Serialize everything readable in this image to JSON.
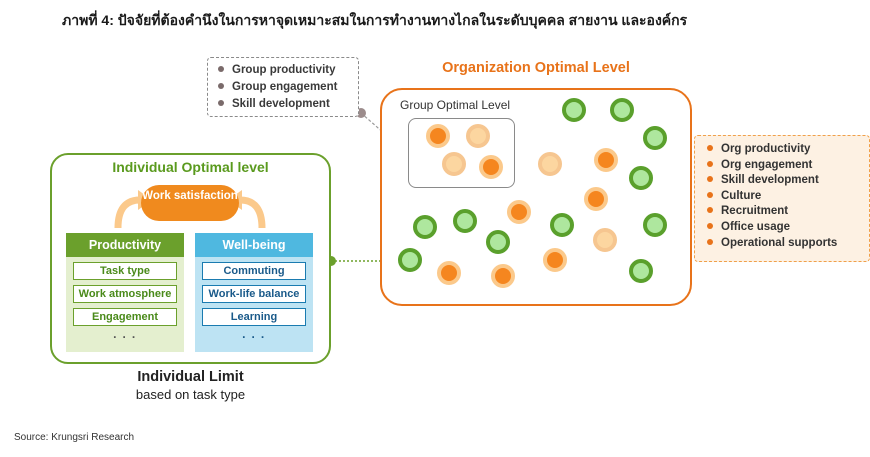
{
  "title": "ภาพที่ 4: ปัจจัยที่ต้องคำนึงในการหาจุดเหมาะสมในการทำงานทางไกลในระดับบุคคล สายงาน และองค์กร",
  "source": "Source: Krungsri Research",
  "group_callout": {
    "items": [
      "Group productivity",
      "Group engagement",
      "Skill development"
    ]
  },
  "organization": {
    "title": "Organization Optimal Level",
    "group_label": "Group Optimal Level",
    "items": [
      "Org productivity",
      "Org engagement",
      "Skill development",
      "Culture",
      "Recruitment",
      "Office usage",
      "Operational supports"
    ]
  },
  "individual": {
    "title": "Individual Optimal level",
    "work_satisfaction": "Work satisfaction",
    "productivity": {
      "label": "Productivity",
      "items": [
        "Task type",
        "Work atmosphere",
        "Engagement"
      ],
      "more": "· · ·"
    },
    "wellbeing": {
      "label": "Well-being",
      "items": [
        "Commuting",
        "Work-life balance",
        "Learning"
      ],
      "more": "· · ·"
    },
    "limit_title": "Individual Limit",
    "limit_subtitle": "based on task type"
  },
  "colors": {
    "orange": "#e8731a",
    "green": "#6ba02c",
    "blue": "#4fb8e0"
  }
}
